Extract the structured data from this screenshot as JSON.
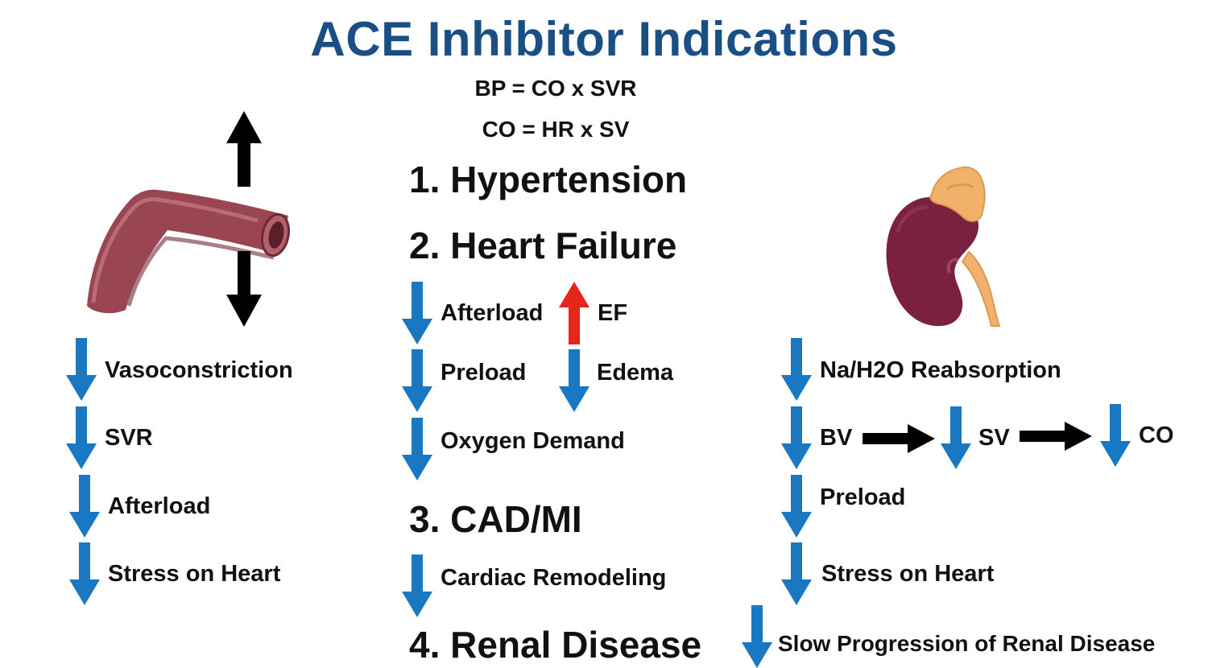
{
  "title": "ACE Inhibitor Indications",
  "formulas": [
    "BP = CO x SVR",
    "CO = HR x SV"
  ],
  "indications": [
    "1. Hypertension",
    "2. Heart Failure",
    "3. CAD/MI",
    "4. Renal Disease"
  ],
  "vessel_effects": [
    "Vasoconstriction",
    "SVR",
    "Afterload",
    "Stress on Heart"
  ],
  "heart_failure_effects": {
    "afterload": "Afterload",
    "ef": "EF",
    "preload": "Preload",
    "edema": "Edema",
    "oxygen_demand": "Oxygen Demand"
  },
  "cad_effect": "Cardiac Remodeling",
  "kidney_effects": {
    "reabsorption": "Na/H2O Reabsorption",
    "bv": "BV",
    "sv": "SV",
    "co": "CO",
    "preload": "Preload",
    "stress": "Stress on Heart",
    "renal": "Slow Progression of Renal Disease"
  },
  "colors": {
    "title": "#1a4f85",
    "down_arrow": "#1a78c2",
    "up_arrow": "#e5261b",
    "black_arrow": "#000000",
    "vessel": "#9a4652",
    "kidney": "#7a2140",
    "adrenal": "#f2b16a"
  }
}
